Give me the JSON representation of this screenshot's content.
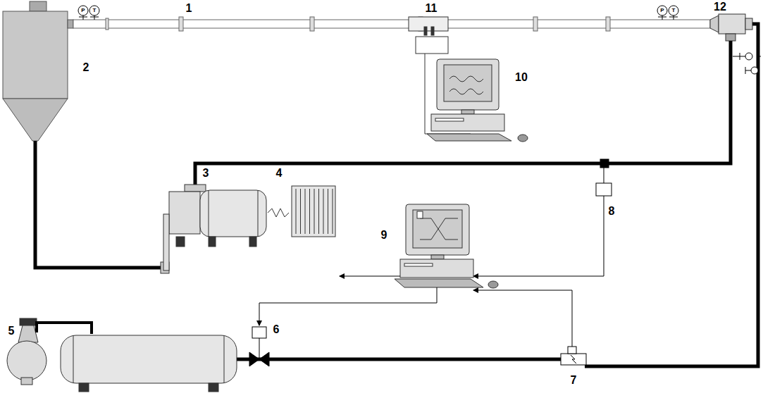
{
  "diagram": {
    "labels": [
      "P",
      "T",
      "1",
      "11",
      "P",
      "T",
      "12",
      "2",
      "10",
      "8",
      "3",
      "4",
      "9",
      "5",
      "6",
      "7"
    ]
  }
}
